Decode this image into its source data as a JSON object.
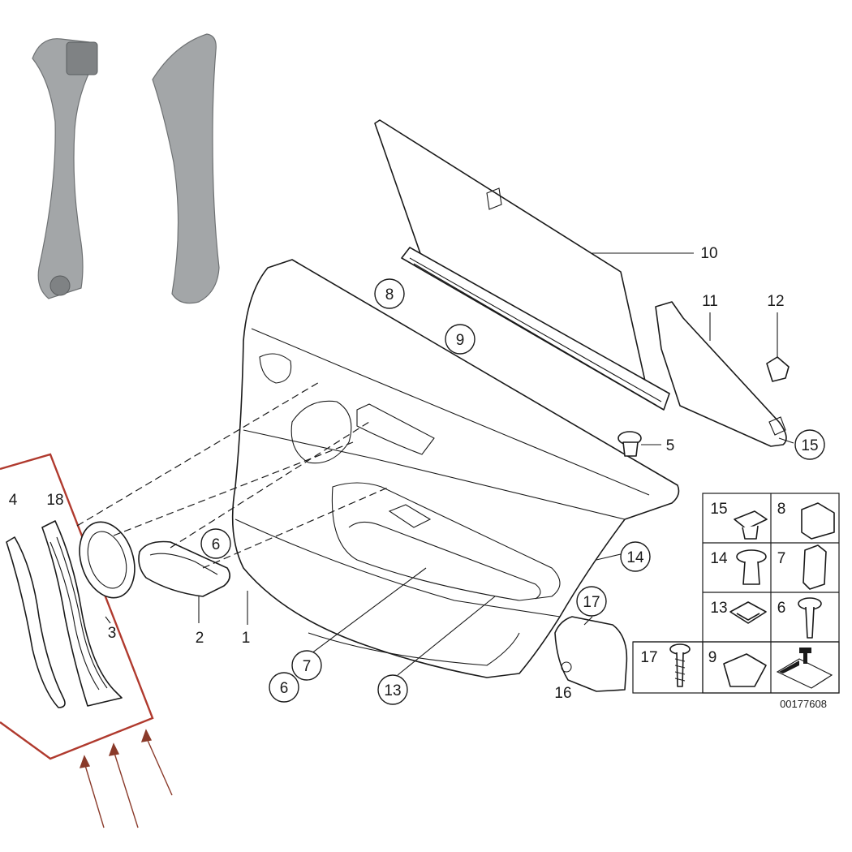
{
  "diagram": {
    "callouts": {
      "c1": "1",
      "c2": "2",
      "c3": "3",
      "c4": "4",
      "c5": "5",
      "c6a": "6",
      "c6b": "6",
      "c7": "7",
      "c8": "8",
      "c9": "9",
      "c10": "10",
      "c11": "11",
      "c12": "12",
      "c13": "13",
      "c14": "14",
      "c15": "15",
      "c16": "16",
      "c17": "17",
      "c18": "18"
    },
    "legend": {
      "cells": [
        "15",
        "8",
        "14",
        "7",
        "13",
        "6",
        "17",
        "9"
      ],
      "ref_code": "00177608"
    },
    "colors": {
      "line": "#1a1a1a",
      "highlight_frame": "#b03a2e",
      "arrow": "#8a3a2a",
      "photo_grey": "#a3a6a8"
    }
  }
}
